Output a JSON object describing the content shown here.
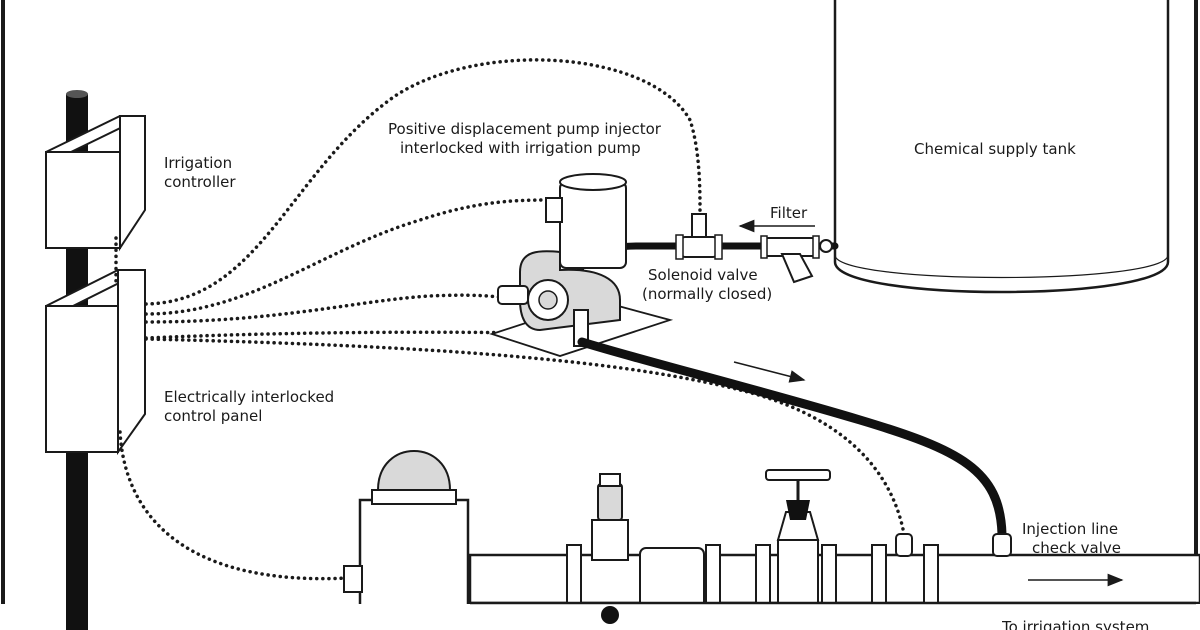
{
  "labels": {
    "irrigation_controller": [
      "Irrigation",
      "controller"
    ],
    "pump_injector": [
      "Positive displacement pump injector",
      "interlocked with irrigation pump"
    ],
    "chemical_tank": "Chemical supply tank",
    "filter": "Filter",
    "solenoid_valve": [
      "Solenoid valve",
      "(normally closed)"
    ],
    "control_panel": [
      "Electrically interlocked",
      "control panel"
    ],
    "check_valve": [
      "Injection line",
      "check valve"
    ],
    "irrigation_system": "To irrigation system"
  },
  "colors": {
    "ink": "#1a1a1a",
    "fill": "#ffffff",
    "shade": "#d9d9d9",
    "pole": "#111111"
  }
}
